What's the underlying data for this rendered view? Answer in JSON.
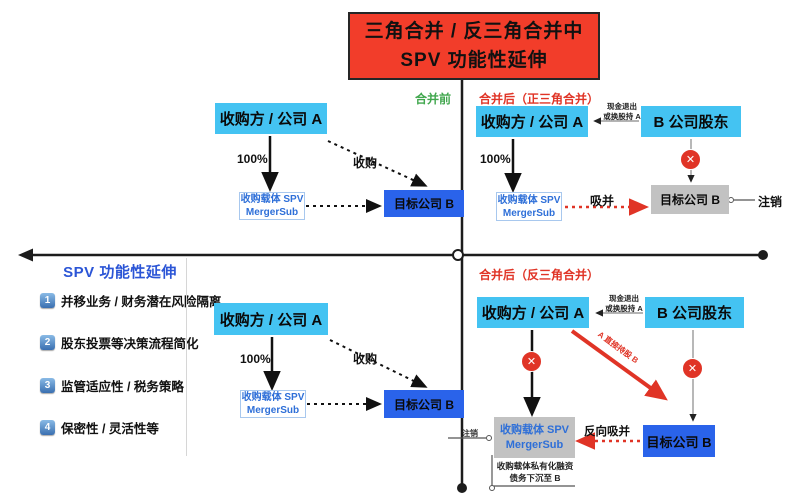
{
  "title": {
    "line1": "三角合并 / 反三角合并中",
    "line2": "SPV 功能性延伸"
  },
  "pre": {
    "label": "合并前",
    "acquirer": "收购方 / 公司 A",
    "ownership": "100%",
    "spv_line1": "收购载体 SPV",
    "spv_line2": "MergerSub",
    "acquire_label": "收购",
    "target": "目标公司 B"
  },
  "forward": {
    "label": "合并后（正三角合并）",
    "acquirer": "收购方 / 公司 A",
    "shareholders": "B 公司股东",
    "consideration_line1": "现金退出",
    "consideration_line2": "或换股持 A",
    "ownership": "100%",
    "spv_line1": "收购载体 SPV",
    "spv_line2": "MergerSub",
    "merge_label": "吸并",
    "target": "目标公司 B",
    "deregister": "注销"
  },
  "panel": {
    "heading": "SPV 功能性延伸",
    "items": [
      {
        "num": "1",
        "text": "并移业务 / 财务潜在风险隔离"
      },
      {
        "num": "2",
        "text": "股东投票等决策流程简化"
      },
      {
        "num": "3",
        "text": "监管适应性 / 税务策略"
      },
      {
        "num": "4",
        "text": "保密性 / 灵活性等"
      }
    ]
  },
  "reverse": {
    "label": "合并后（反三角合并）",
    "acquirer": "收购方 / 公司 A",
    "shareholders": "B 公司股东",
    "consideration_line1": "现金退出",
    "consideration_line2": "或换股持 A",
    "direct_hold_label": "A 直接持股 B",
    "spv_line1": "收购载体 SPV",
    "spv_line2": "MergerSub",
    "reverse_merge_label": "反向吸并",
    "target": "目标公司 B",
    "deregister": "注销",
    "note_line1": "收购载体私有化融资",
    "note_line2": "债务下沉至 B"
  },
  "colors": {
    "title_bg": "#f23d2a",
    "light_blue": "#44c3f2",
    "royal_blue": "#2a63ea",
    "gray_box": "#c2c2c2",
    "accent_red": "#e03426",
    "accent_green": "#41a74e",
    "panel_blue": "#2b55d6"
  },
  "icons": {
    "cancel": "✕"
  }
}
